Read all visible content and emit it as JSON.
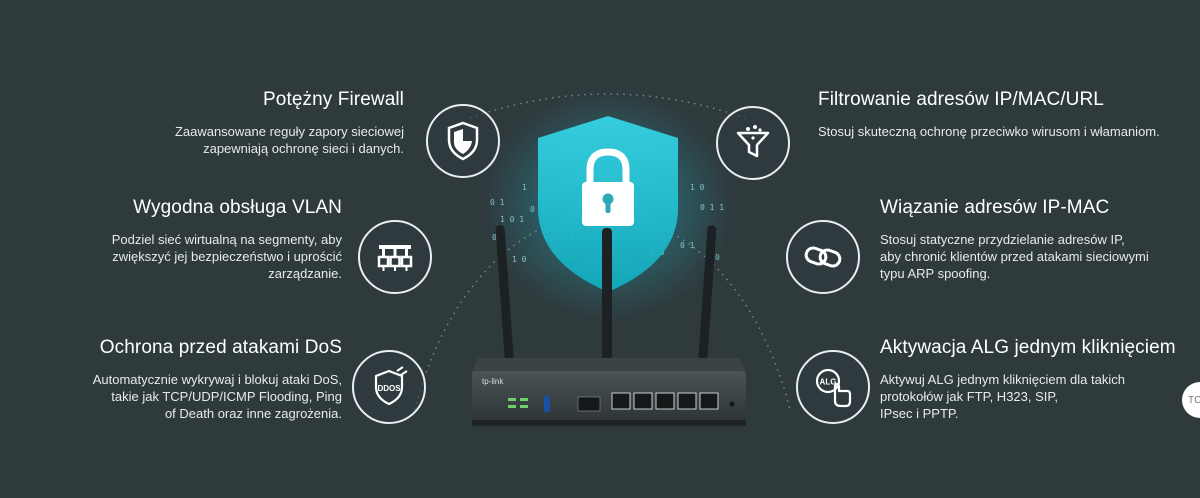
{
  "features": {
    "firewall": {
      "title": "Potężny Firewall",
      "desc_1": "Zaawansowane reguły zapory sieciowej",
      "desc_2": "zapewniają ochronę sieci i danych.",
      "icon": "shield-icon"
    },
    "vlan": {
      "title": "Wygodna obsługa VLAN",
      "desc_1": "Podziel sieć wirtualną na segmenty, aby",
      "desc_2": "zwiększyć jej bezpieczeństwo i uprościć",
      "desc_3": "zarządzanie.",
      "icon": "network-vlan-icon"
    },
    "dos": {
      "title": "Ochrona przed atakami DoS",
      "desc_1": "Automatycznie wykrywaj i blokuj ataki DoS,",
      "desc_2": "takie jak TCP/UDP/ICMP Flooding, Ping",
      "desc_3": "of Death oraz inne zagrożenia.",
      "icon": "ddos-icon",
      "icon_label": "DDOS"
    },
    "filter": {
      "title": "Filtrowanie adresów IP/MAC/URL",
      "desc_1": "Stosuj skuteczną ochronę przeciwko wirusom i włamaniom.",
      "icon": "filter-icon"
    },
    "binding": {
      "title": "Wiązanie adresów IP-MAC",
      "desc_1": "Stosuj statyczne przydzielanie adresów IP,",
      "desc_2": "aby chronić klientów przed atakami sieciowymi",
      "desc_3": "typu ARP spoofing.",
      "icon": "link-icon"
    },
    "alg": {
      "title": "Aktywacja ALG jednym kliknięciem",
      "desc_1": "Aktywuj ALG jednym kliknięciem dla takich",
      "desc_2": "protokołów jak FTP, H323, SIP,",
      "desc_3": "IPsec i PPTP.",
      "icon": "alg-click-icon",
      "icon_label": "ALG"
    }
  },
  "router": {
    "brand": "tp-link"
  },
  "scroll_hint": "TC",
  "colors": {
    "background": "#2f3a3d",
    "accent": "#19c3d6",
    "text": "#ffffff"
  }
}
